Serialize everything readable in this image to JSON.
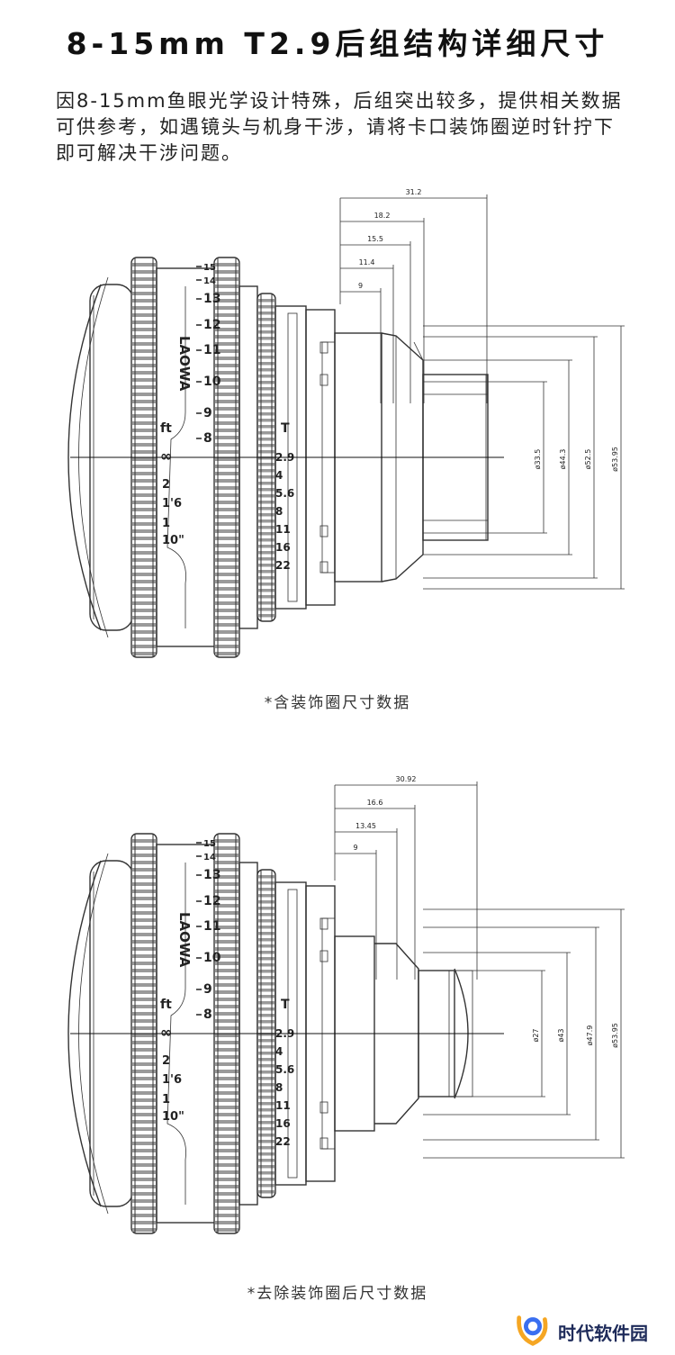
{
  "title": "8-15mm T2.9后组结构详细尺寸",
  "intro": "因8-15mm鱼眼光学设计特殊，后组突出较多，提供相关数据可供参考，如遇镜头与机身干涉，请将卡口装饰圈逆时针拧下即可解决干涉问题。",
  "lens_markings": {
    "brand": "LAOWA",
    "focus_unit": "ft",
    "focus_infinity": "∞",
    "focus_feet": [
      "2",
      "1'6",
      "1",
      "10\""
    ],
    "focus_mm": [
      "15",
      "14",
      "13",
      "12",
      "11",
      "10",
      "9",
      "8"
    ],
    "t_label": "T",
    "t_stops": [
      "2.9",
      "4",
      "5.6",
      "8",
      "11",
      "16",
      "22"
    ]
  },
  "diagrams": [
    {
      "caption": "*含装饰圈尺寸数据",
      "lengths": [
        "31.2",
        "18.2",
        "15.5",
        "11.4",
        "9"
      ],
      "diameters": [
        "ø33.5",
        "ø44.3",
        "ø52.5",
        "ø53.95"
      ]
    },
    {
      "caption": "*去除装饰圈后尺寸数据",
      "lengths": [
        "30.92",
        "16.6",
        "13.45",
        "9"
      ],
      "diameters": [
        "ø27",
        "ø43",
        "ø47.9",
        "ø53.95"
      ]
    }
  ],
  "watermark": "时代软件园"
}
